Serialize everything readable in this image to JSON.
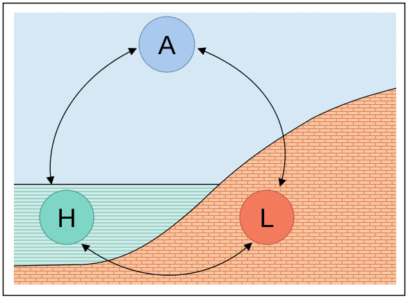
{
  "diagram": {
    "nodes": [
      {
        "id": "A",
        "label": "A",
        "fill": "#a9c9ef",
        "stroke": "#6f8fb5"
      },
      {
        "id": "H",
        "label": "H",
        "fill": "#7fd6c6",
        "stroke": "#4a9a8f"
      },
      {
        "id": "L",
        "label": "L",
        "fill": "#f47a5e",
        "stroke": "#c25a40"
      }
    ],
    "edges": [
      {
        "from": "A",
        "to": "H",
        "direction": "both"
      },
      {
        "from": "A",
        "to": "L",
        "direction": "both"
      },
      {
        "from": "H",
        "to": "L",
        "direction": "both"
      }
    ],
    "regions": {
      "sky": {
        "fill": "#ddeefa",
        "pattern": "dots"
      },
      "water": {
        "fill": "#cdeee9",
        "pattern": "horizontal-lines"
      },
      "land": {
        "fill": "#f6c6a5",
        "pattern": "bricks"
      }
    },
    "colors": {
      "frame": "#000000",
      "arrow": "#000000"
    }
  }
}
